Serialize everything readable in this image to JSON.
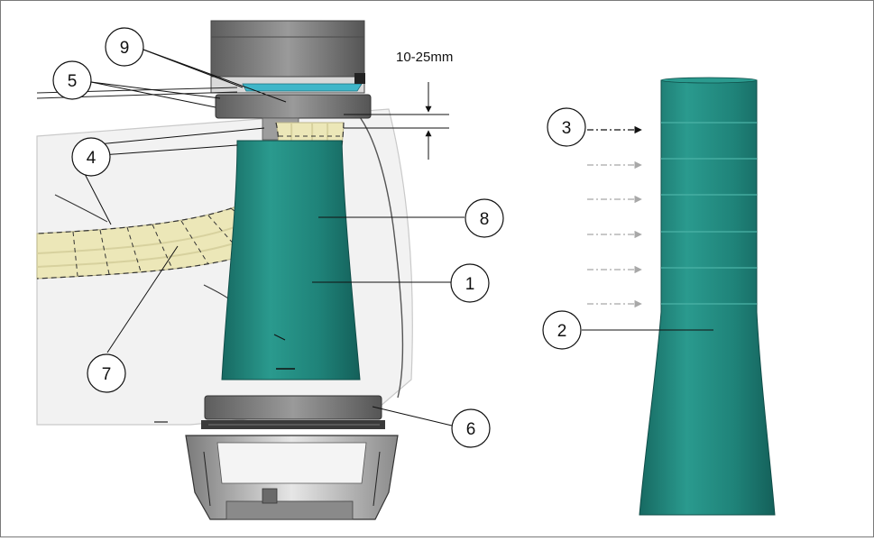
{
  "callouts": {
    "c1": "1",
    "c2": "2",
    "c3": "3",
    "c4": "4",
    "c5": "5",
    "c6": "6",
    "c7": "7",
    "c8": "8",
    "c9": "9"
  },
  "dimension_label": "10-25mm",
  "colors": {
    "sleeve_teal": "#1f8379",
    "cable_cream": "#ece7b8",
    "outline": "#111111",
    "arrow_grey": "#a8a8a8"
  }
}
